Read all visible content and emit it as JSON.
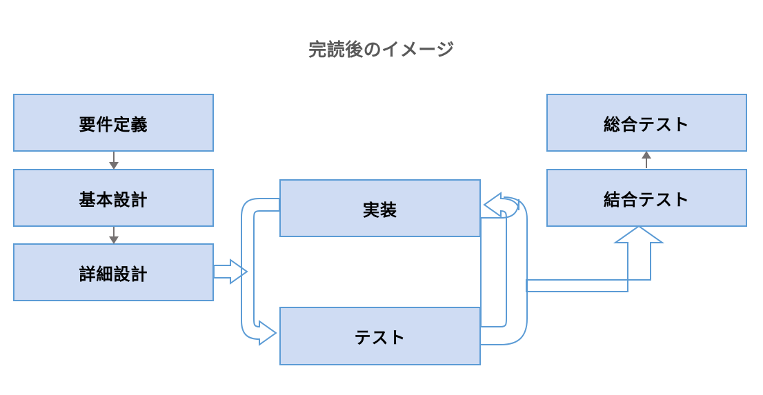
{
  "diagram": {
    "title": "完読後のイメージ",
    "title_color": "#595959",
    "node_fill": "#cfdcf3",
    "node_border": "#5b9bd5",
    "connector_gray": "#757171",
    "left_column": [
      {
        "id": "requirements",
        "label": "要件定義"
      },
      {
        "id": "basic-design",
        "label": "基本設計"
      },
      {
        "id": "detailed-design",
        "label": "詳細設計"
      }
    ],
    "center_column": [
      {
        "id": "implementation",
        "label": "実装"
      },
      {
        "id": "unit-test",
        "label": "テスト"
      }
    ],
    "right_column": [
      {
        "id": "system-test",
        "label": "総合テスト"
      },
      {
        "id": "integration-test",
        "label": "結合テスト"
      }
    ],
    "connectors": [
      {
        "id": "requirements-to-basic-design",
        "style": "gray-arrow",
        "direction": "down"
      },
      {
        "id": "basic-design-to-detailed-design",
        "style": "gray-arrow",
        "direction": "down"
      },
      {
        "id": "detailed-design-to-center",
        "style": "blue-block-arrow",
        "direction": "right"
      },
      {
        "id": "implementation-to-test-loop",
        "style": "blue-curved-block-arrow",
        "direction": "down-left-loop"
      },
      {
        "id": "test-to-implementation-loop",
        "style": "blue-curved-block-arrow",
        "direction": "up-right-loop"
      },
      {
        "id": "center-to-integration-test",
        "style": "blue-block-arrow",
        "direction": "up-elbow"
      },
      {
        "id": "integration-test-to-system-test",
        "style": "gray-arrow",
        "direction": "up"
      }
    ]
  }
}
